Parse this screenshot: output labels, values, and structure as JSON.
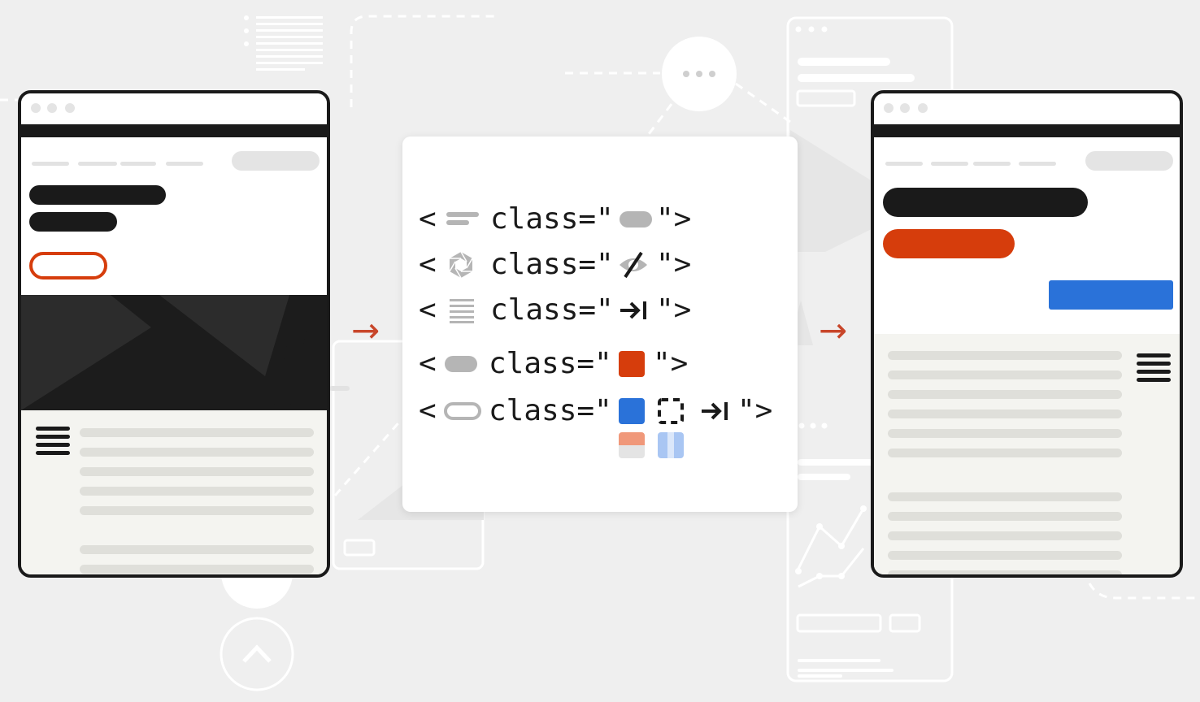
{
  "code_card": {
    "lines": [
      {
        "open": "<",
        "attr": "class=\"",
        "close": "\">"
      },
      {
        "open": "<",
        "attr": "class=\"",
        "close": "\">"
      },
      {
        "open": "<",
        "attr": "class=\"",
        "close": "\">"
      },
      {
        "open": "<",
        "attr": "class=\"",
        "close": "\">"
      },
      {
        "open": "<",
        "attr": "class=\"",
        "close": "\">"
      }
    ],
    "tab_glyph": "→|"
  },
  "arrows": {
    "left": "→",
    "right": "→"
  },
  "colors": {
    "accent_orange": "#d63d0c",
    "accent_blue": "#2a72d9",
    "dark": "#1a1a1a",
    "arrow": "#c8462a",
    "background": "#efefef"
  },
  "icons": {
    "bar_lines": "text-lines-icon",
    "shutter": "camera-shutter-icon",
    "paragraph": "paragraph-lines-icon",
    "pill": "pill-shape-icon",
    "outline_pill": "outline-button-icon",
    "eye_slash": "visibility-hidden-icon",
    "tab_arrow": "tab-indent-icon",
    "swatch_orange": "orange-swatch-icon",
    "swatch_blue": "blue-swatch-icon",
    "dashed_square": "focus-ring-icon",
    "scroll_up": "scroll-up-icon",
    "menu": "hamburger-menu-icon",
    "more": "more-dots-icon"
  }
}
